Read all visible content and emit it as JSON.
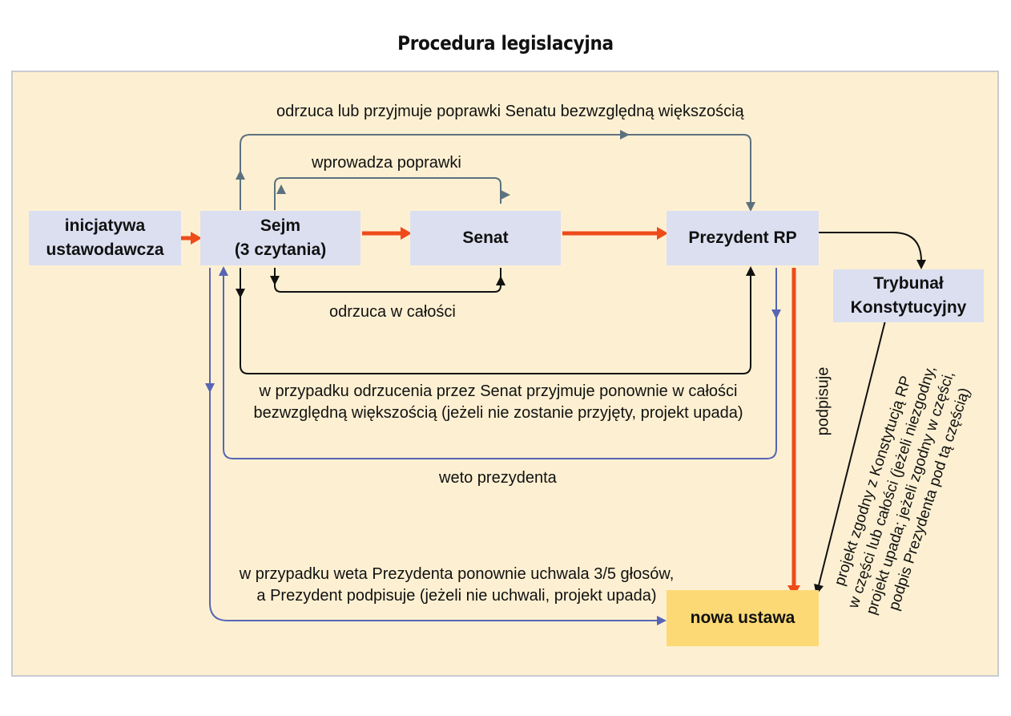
{
  "title": "Procedura legislacyjna",
  "nodes": {
    "inicjatywa": "inicjatywa\nustawodawcza",
    "sejm": "Sejm\n(3 czytania)",
    "senat": "Senat",
    "prezydent": "Prezydent RP",
    "trybunal": "Trybunał\nKonstytucyjny",
    "nowa_ustawa": "nowa ustawa"
  },
  "edge_labels": {
    "odrzuca_lub_przyjmuje": "odrzuca lub przyjmuje poprawki Senatu bezwzględną większością",
    "wprowadza_poprawki": "wprowadza poprawki",
    "odrzuca_w_calosci": "odrzuca w całości",
    "w_przypadku_odrzucenia": "w przypadku odrzucenia przez Senat przyjmuje ponownie w całości\nbezwzględną większością (jeżeli nie zostanie przyjęty, projekt upada)",
    "weto_prezydenta": "weto prezydenta",
    "w_przypadku_weta": "w przypadku weta Prezydenta ponownie uchwala 3/5 głosów,\na Prezydent podpisuje (jeżeli nie uchwali, projekt upada)",
    "podpisuje": "podpisuje",
    "projekt_zgodny": "projekt zgodny z Konstytucją RP\nw części lub całości (jeżeli niezgodny,\nprojekt upada; jeżeli zgodny w części,\npodpis Prezydenta pod tą częścią)"
  },
  "colors": {
    "panel_bg": "#fdf0d2",
    "box_bg": "#dcdff0",
    "result_bg": "#fcd975",
    "main_flow": "#ee4b1b",
    "slate_flow": "#5c717f",
    "veto_flow": "#5765b5",
    "black_flow": "#111111"
  }
}
